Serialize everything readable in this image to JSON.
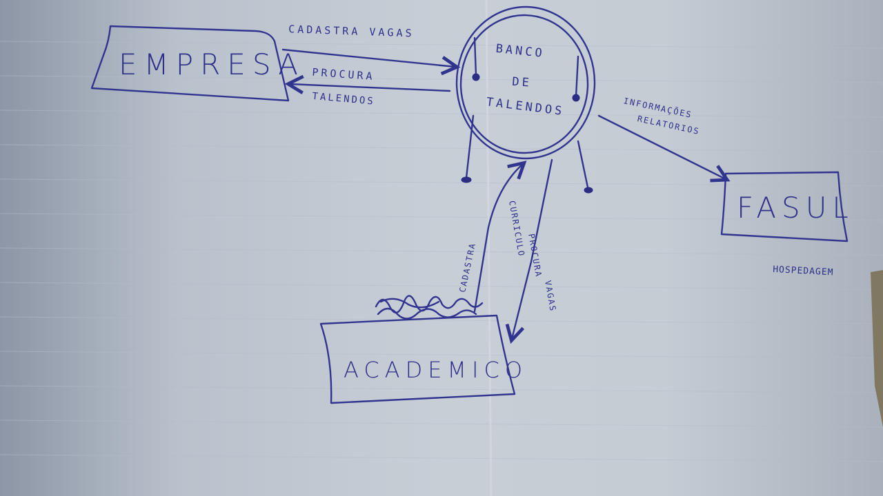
{
  "diagram": {
    "nodes": {
      "empresa": "EMPRESA",
      "banco_line1": "BANCO",
      "banco_line2": "DE",
      "banco_line3": "TALENDOS",
      "fasul": "FASUL",
      "academico": "ACADEMICO"
    },
    "edges": {
      "cadastra_vagas": "CADASTRA VAGAS",
      "procura_talentos_1": "PROCURA",
      "procura_talentos_2": "TALENDOS",
      "informacoes_1": "INFORMAÇÕES",
      "informacoes_2": "RELATORIOS",
      "cadastra_curriculo_1": "CADASTRA",
      "cadastra_curriculo_2": "CURRICULO",
      "procura_vagas_1": "PROCURA",
      "procura_vagas_2": "VAGAS"
    },
    "annotations": {
      "hospedagem": "HOSPEDAGEM"
    },
    "colors": {
      "ink": "#30348f",
      "paper": "#c8ced6"
    }
  }
}
